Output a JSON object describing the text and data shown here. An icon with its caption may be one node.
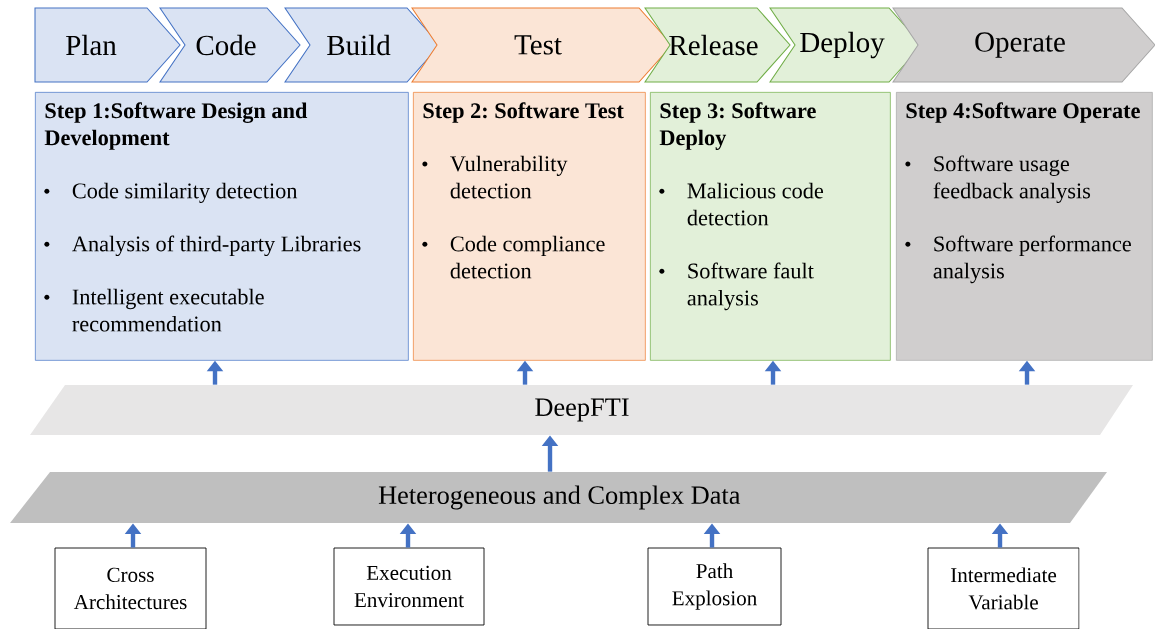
{
  "diagram": {
    "nodes": [
      {
        "text": [
          "Plan"
        ]
      },
      {
        "text": [
          "Code"
        ]
      },
      {
        "text": [
          "Build"
        ]
      },
      {
        "text": [
          "Test"
        ]
      },
      {
        "text": [
          "Release"
        ]
      },
      {
        "text": [
          "Deploy"
        ]
      },
      {
        "text": [
          "Operate"
        ]
      },
      {
        "text": [
          "Step 1:Software Design and Development",
          "Code similarity detection",
          "Analysis of third-party Libraries",
          "Intelligent executable recommendation"
        ]
      },
      {
        "text": [
          "Step 2: Software Test",
          "Vulnerability detection",
          "Code compliance detection"
        ]
      },
      {
        "text": [
          "Step 3: Software Deploy",
          "Malicious code detection",
          "Software fault analysis"
        ]
      },
      {
        "text": [
          "Step 4:Software Operate",
          "Software usage feedback analysis",
          "Software performance analysis"
        ]
      },
      {
        "text": [
          "DeepFTI"
        ]
      },
      {
        "text": [
          "Heterogeneous and Complex Data"
        ]
      },
      {
        "text": [
          "Cross Architectures"
        ]
      },
      {
        "text": [
          "Execution Environment"
        ]
      },
      {
        "text": [
          "Path Explosion"
        ]
      },
      {
        "text": [
          "Intermediate Variable"
        ]
      }
    ],
    "edges": [
      {
        "from": 13,
        "to": 12,
        "arrow": "to"
      },
      {
        "from": 14,
        "to": 12,
        "arrow": "to"
      },
      {
        "from": 15,
        "to": 12,
        "arrow": "to"
      },
      {
        "from": 16,
        "to": 12,
        "arrow": "to"
      },
      {
        "from": 12,
        "to": 11,
        "arrow": "to"
      },
      {
        "from": 11,
        "to": 7,
        "arrow": "to"
      },
      {
        "from": 11,
        "to": 8,
        "arrow": "to"
      },
      {
        "from": 11,
        "to": 9,
        "arrow": "to"
      },
      {
        "from": 11,
        "to": 10,
        "arrow": "to"
      }
    ]
  }
}
